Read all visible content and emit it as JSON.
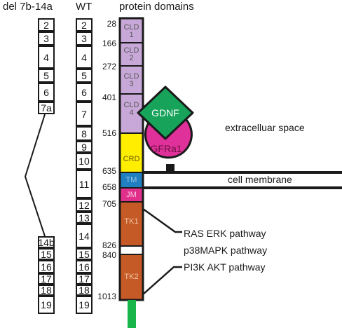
{
  "headers": {
    "deletion": "del 7b-14a",
    "wild_type": "WT",
    "domains": "protein domains"
  },
  "deletion_exons": [
    "2",
    "3",
    "4",
    "5",
    "6",
    "7a",
    "14b",
    "15",
    "16",
    "17",
    "18",
    "19"
  ],
  "wt_exons": [
    "2",
    "3",
    "4",
    "5",
    "6",
    "7",
    "8",
    "9",
    "10",
    "11",
    "12",
    "13",
    "14",
    "15",
    "16",
    "17",
    "18",
    "19"
  ],
  "positions": [
    "28",
    "166",
    "272",
    "401",
    "516",
    "635",
    "658",
    "705",
    "826",
    "840",
    "1013"
  ],
  "domains": {
    "cld1": [
      "CLD",
      "1"
    ],
    "cld2": [
      "CLD",
      "2"
    ],
    "cld3": [
      "CLD",
      "3"
    ],
    "cld4": [
      "CLD",
      "4"
    ],
    "crd": "CRD",
    "tm": "TM",
    "jm": "JM",
    "tk1": "TK1",
    "tk2": "TK2"
  },
  "ligands": {
    "gdnf": "GDNF",
    "gfra1": "GFRa1"
  },
  "labels": {
    "extracellular": "extracelluar space",
    "membrane": "cell membrane",
    "pathway1": "RAS ERK pathway",
    "pathway2": "p38MAPK pathway",
    "pathway3": "PI3K AKT  pathway"
  },
  "colors": {
    "cld": "#c8a8d8",
    "crd": "#ffee00",
    "tm": "#1f7fc0",
    "jm": "#e0308c",
    "tk": "#c65a26",
    "gdnf": "#17a35a",
    "gfra1": "#e0309a",
    "tail": "#19b54a"
  }
}
